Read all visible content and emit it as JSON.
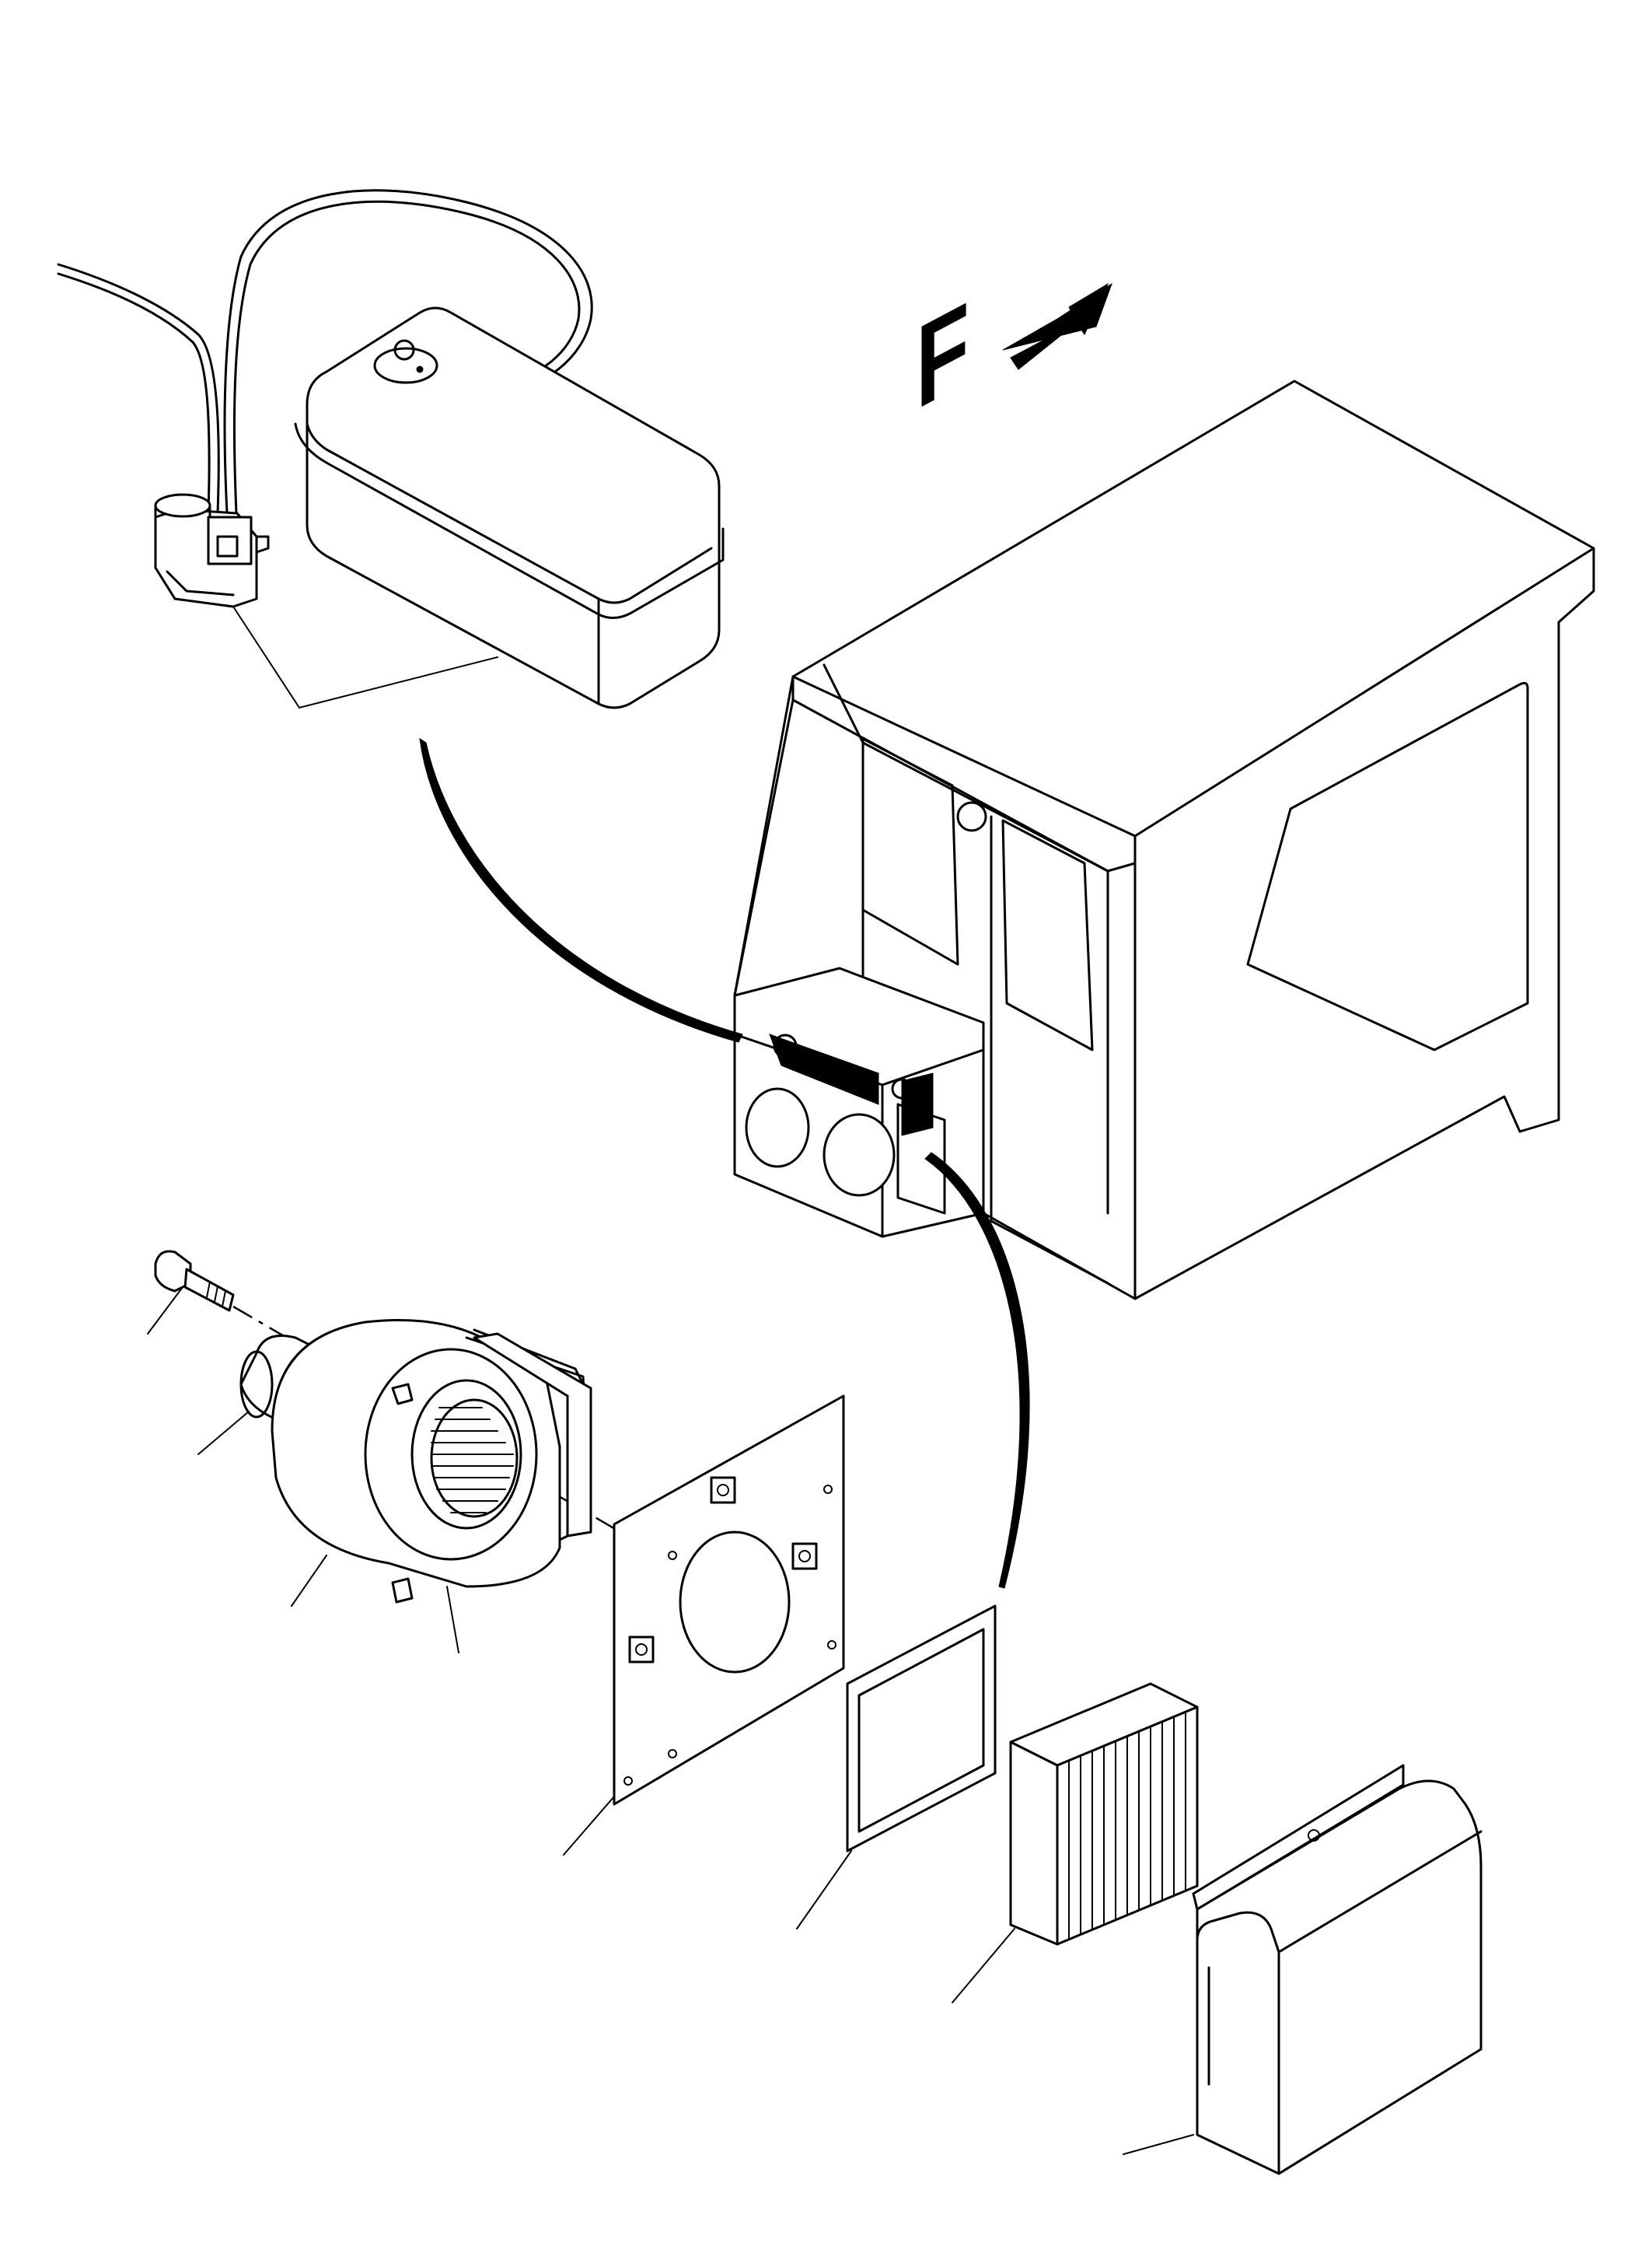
{
  "direction_marker": {
    "label": "F",
    "arrow_icon": "forward-arrow-icon"
  },
  "parts": [
    {
      "name": "washer-tank",
      "icon": "tank-icon"
    },
    {
      "name": "washer-pump",
      "icon": "pump-icon"
    },
    {
      "name": "operator-cab",
      "icon": "cab-icon"
    },
    {
      "name": "heater-unit",
      "icon": "heater-icon"
    },
    {
      "name": "bolt",
      "icon": "bolt-icon"
    },
    {
      "name": "blower-motor",
      "icon": "motor-icon"
    },
    {
      "name": "blower-housing",
      "icon": "blower-icon"
    },
    {
      "name": "mounting-plate",
      "icon": "plate-icon"
    },
    {
      "name": "gasket",
      "icon": "gasket-icon"
    },
    {
      "name": "filter-element",
      "icon": "filter-icon"
    },
    {
      "name": "filter-cover",
      "icon": "cover-icon"
    }
  ]
}
